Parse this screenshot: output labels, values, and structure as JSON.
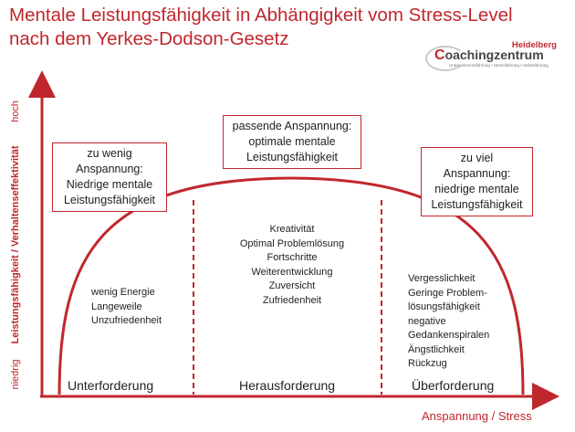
{
  "title": {
    "line1": "Mentale Leistungsfähigkeit in Abhängigkeit vom Stress-Level",
    "line2": "nach dem Yerkes-Dodson-Gesetz"
  },
  "logo": {
    "top": "Heidelberg",
    "initial": "C",
    "rest": "oachingzentrum",
    "sub": "Unternehmensführung • Stressführung • Selbstführung"
  },
  "axes": {
    "x_label": "Anspannung / Stress",
    "y_label": "Leistungsfähigkeit / Verhaltenseffektivität",
    "y_high": "hoch",
    "y_low": "niedrig"
  },
  "boxes": {
    "left": [
      "zu wenig",
      "Anspannung:",
      "Niedrige mentale",
      "Leistungsfähigkeit"
    ],
    "middle": [
      "passende Anspannung:",
      "optimale mentale",
      "Leistungsfähigkeit"
    ],
    "right": [
      "zu viel",
      "Anspannung:",
      "niedrige mentale",
      "Leistungsfähigkeit"
    ]
  },
  "zones": {
    "left": {
      "name": "Unterforderung",
      "items": [
        "wenig Energie",
        "Langeweile",
        "Unzufriedenheit"
      ]
    },
    "middle": {
      "name": "Herausforderung",
      "items": [
        "Kreativität",
        "Optimal Problemlösung",
        "Fortschritte",
        "Weiterentwicklung",
        "Zuversicht",
        "Zufriedenheit"
      ]
    },
    "right": {
      "name": "Überforderung",
      "items": [
        "Vergesslichkeit",
        "Geringe Problem-",
        "lösungsfähigkeit",
        "negative",
        "Gedankenspiralen",
        "Ängstlichkeit",
        "Rückzug"
      ]
    }
  },
  "colors": {
    "accent": "#c0272d",
    "text": "#222222"
  }
}
